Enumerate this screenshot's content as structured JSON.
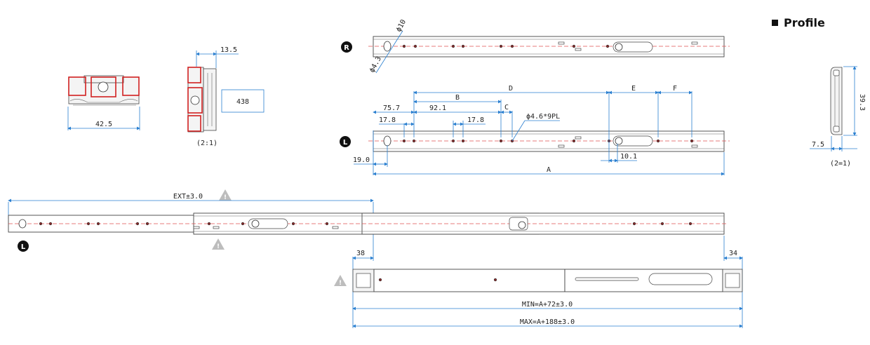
{
  "title": "Profile",
  "scales": {
    "left": "(2:1)",
    "right": "(2=1)"
  },
  "badges": {
    "right": "R",
    "left": "L"
  },
  "warning_mark": "!",
  "section_views": {
    "width": "42.5",
    "offset": "13.5",
    "box": "438"
  },
  "profile_view": {
    "height": "39.3",
    "width": "7.5"
  },
  "right_rail": {
    "hole_dia": "ϕ10",
    "slot_dia": "ϕ4.3"
  },
  "left_rail": {
    "dim_d": "D",
    "dim_b": "B",
    "dim_c": "C",
    "dim_e": "E",
    "dim_f": "F",
    "pitch_a": "75.7",
    "pitch_b": "92.1",
    "spacing_a": "17.8",
    "spacing_b": "17.8",
    "holes": "ϕ4.6*9PL",
    "offset_start": "19.0",
    "offset_end": "10.1",
    "dim_a": "A"
  },
  "extension": {
    "ext": "EXT±3.0"
  },
  "bottom_view": {
    "left_end": "38",
    "right_end": "34",
    "min": "MIN=A+72±3.0",
    "max": "MAX=A+188±3.0"
  }
}
